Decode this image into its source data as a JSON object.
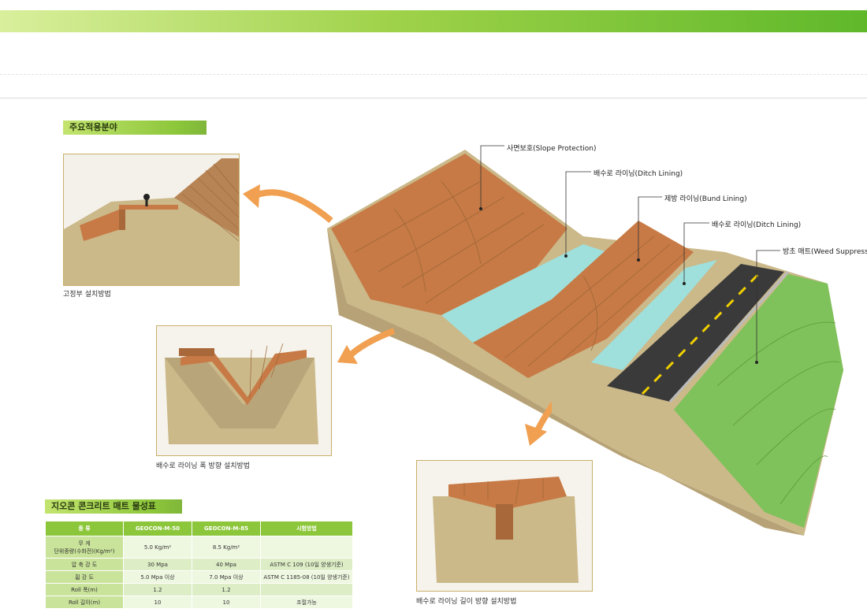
{
  "sections": {
    "applications_title": "주요적용분야",
    "properties_title": "지오콘 콘크리트 매트 물성표"
  },
  "captions": {
    "anchor_install": "고정부 설치방법",
    "width_install": "배수로 라이닝 폭 방향 설치방법",
    "length_install": "배수로 라이닝 길이 방향 설치방법"
  },
  "callouts": [
    "사면보호(Slope Protection)",
    "배수로 라이닝(Ditch Lining)",
    "제방 라이닝(Bund Lining)",
    "배수로 라이닝(Ditch Lining)",
    "방초 매트(Weed Suppress"
  ],
  "table": {
    "headers": [
      "종 류",
      "GEOCON-M-50",
      "GEOCON-M-85",
      "시험방법"
    ],
    "rows": [
      {
        "label_top": "무 게",
        "label_bottom": "단위중량(수화전)(Kg/m²)",
        "m50": "5.0 Kg/m²",
        "m85": "8.5 Kg/m²",
        "method": ""
      },
      {
        "label": "압 축 강 도",
        "m50": "30 Mpa",
        "m85": "40 Mpa",
        "method": "ASTM C 109 (10일 양생기준)"
      },
      {
        "label": "휨 강 도",
        "m50": "5.0 Mpa 이상",
        "m85": "7.0 Mpa 이상",
        "method": "ASTM C 1185-08 (10일 양생기준)"
      },
      {
        "label": "Roll 폭(m)",
        "m50": "1.2",
        "m85": "1.2",
        "method": ""
      },
      {
        "label": "Roll 길이(m)",
        "m50": "10",
        "m85": "10",
        "method": "조절가능"
      }
    ]
  },
  "colors": {
    "mat_orange": "#c77a45",
    "soil": "#cbb98a",
    "water": "#9fe0dc",
    "grass_mat": "#7fc15a",
    "road": "#3a3a3a",
    "accent_green": "#8cc63a"
  }
}
